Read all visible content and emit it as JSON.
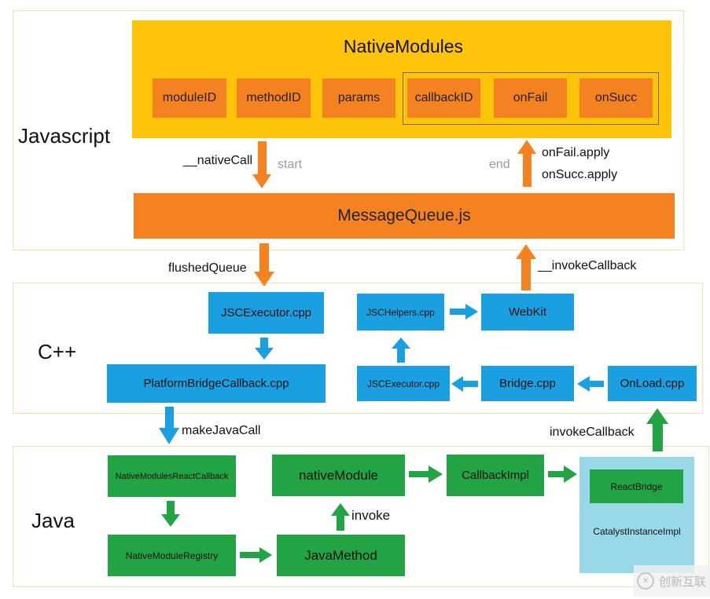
{
  "layers": {
    "javascript": "Javascript",
    "cpp": "C++",
    "java": "Java"
  },
  "js": {
    "native_modules": "NativeModules",
    "fields": [
      "moduleID",
      "methodID",
      "params",
      "callbackID",
      "onFail",
      "onSucc"
    ],
    "message_queue": "MessageQueue.js",
    "native_call": "__nativeCall",
    "start": "start",
    "end": "end",
    "on_fail_apply": "onFail.apply",
    "on_succ_apply": "onSucc.apply"
  },
  "edges": {
    "flushed_queue": "flushedQueue",
    "invoke_callback_js": "__invokeCallback",
    "make_java_call": "makeJavaCall",
    "invoke_callback": "invokeCallback",
    "invoke": "invoke"
  },
  "cpp": {
    "jsc_executor_main": "JSCExecutor.cpp",
    "platform_bridge_callback": "PlatformBridgeCallback.cpp",
    "jsc_helpers": "JSCHelpers.cpp",
    "webkit": "WebKit",
    "jsc_executor_small": "JSCExecutor.cpp",
    "bridge": "Bridge.cpp",
    "onload": "OnLoad.cpp"
  },
  "java": {
    "native_modules_react_callback": "NativeModulesReactCallback",
    "native_module_registry": "NativeModuleRegistry",
    "native_module": "nativeModule",
    "java_method": "JavaMethod",
    "callback_impl": "CallbackImpl",
    "react_bridge": "ReactBridge",
    "catalyst_instance_impl": "CatalystInstanceImpl"
  },
  "watermark": "创新互联",
  "colors": {
    "orange": "#f58220",
    "yellow": "#fdc40a",
    "blue": "#1a9fe0",
    "green": "#23a444",
    "light_blue": "#99d8e9"
  }
}
